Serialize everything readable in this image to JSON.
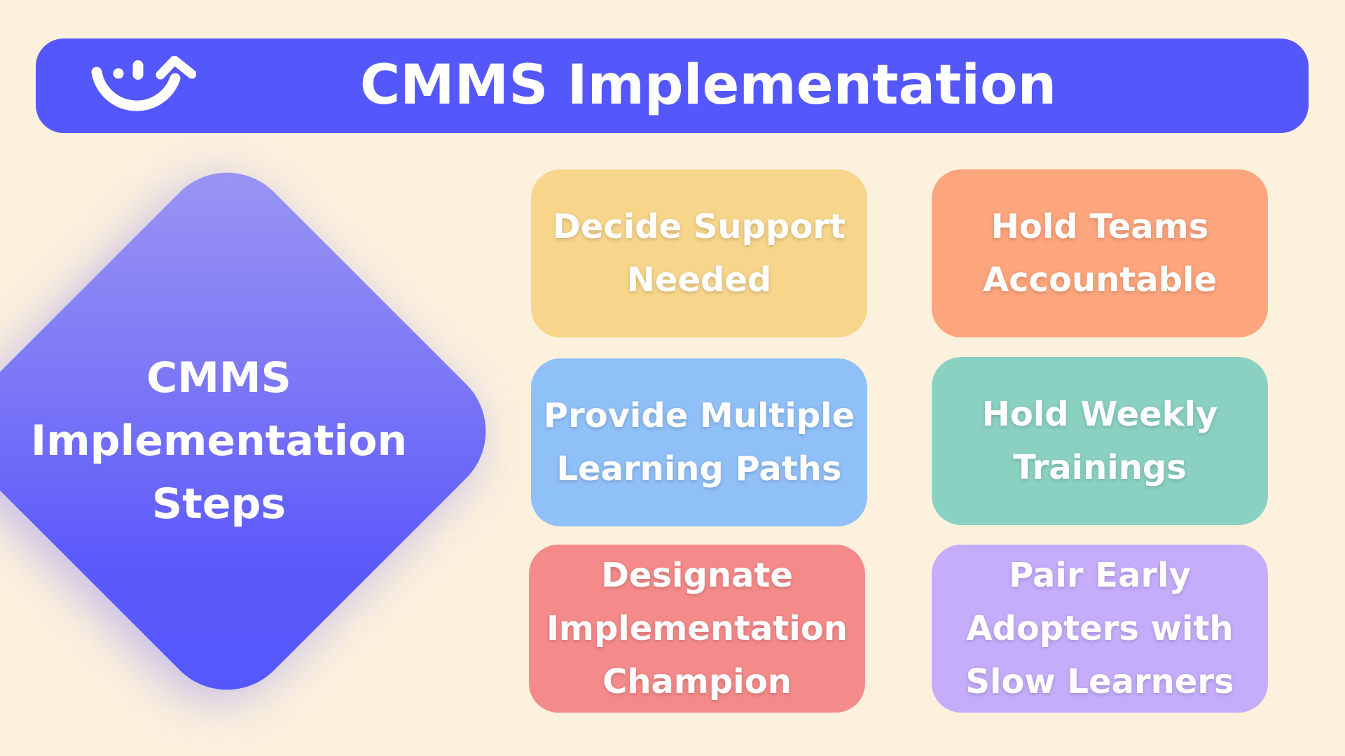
{
  "header": {
    "title": "CMMS Implementation",
    "logo_icon": "smile-arrow-logo-icon",
    "background_color": "#5457fb"
  },
  "center": {
    "lines": [
      "CMMS",
      "Implementation",
      "Steps"
    ],
    "color": "#5457fb"
  },
  "steps": [
    {
      "lines": [
        "Decide Support",
        "Needed"
      ],
      "color": "#f7d58b"
    },
    {
      "lines": [
        "Hold Teams",
        "Accountable"
      ],
      "color": "#fda57d"
    },
    {
      "lines": [
        "Provide Multiple",
        "Learning Paths"
      ],
      "color": "#90c0f8"
    },
    {
      "lines": [
        "Hold Weekly",
        "Trainings"
      ],
      "color": "#8ad1c2"
    },
    {
      "lines": [
        "Designate",
        "Implementation",
        "Champion"
      ],
      "color": "#f58a8a"
    },
    {
      "lines": [
        "Pair Early",
        "Adopters with",
        "Slow Learners"
      ],
      "color": "#c5adfb"
    }
  ],
  "background_color": "#fcf1dd"
}
